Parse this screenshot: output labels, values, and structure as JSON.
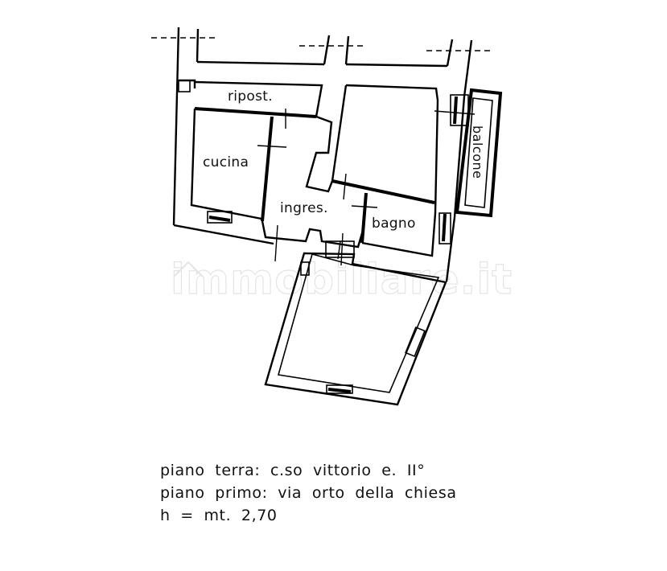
{
  "floorplan": {
    "rooms": [
      {
        "id": "ripostiglio",
        "label": "ripost."
      },
      {
        "id": "cucina",
        "label": "cucina"
      },
      {
        "id": "ingresso",
        "label": "ingres."
      },
      {
        "id": "bagno",
        "label": "bagno"
      },
      {
        "id": "balcone",
        "label": "balcone"
      }
    ],
    "watermark": "immobiliare.it"
  },
  "caption": {
    "lines": [
      "piano terra: c.so vittorio e. II°",
      "piano primo: via orto della chiesa",
      "h = mt. 2,70"
    ]
  }
}
